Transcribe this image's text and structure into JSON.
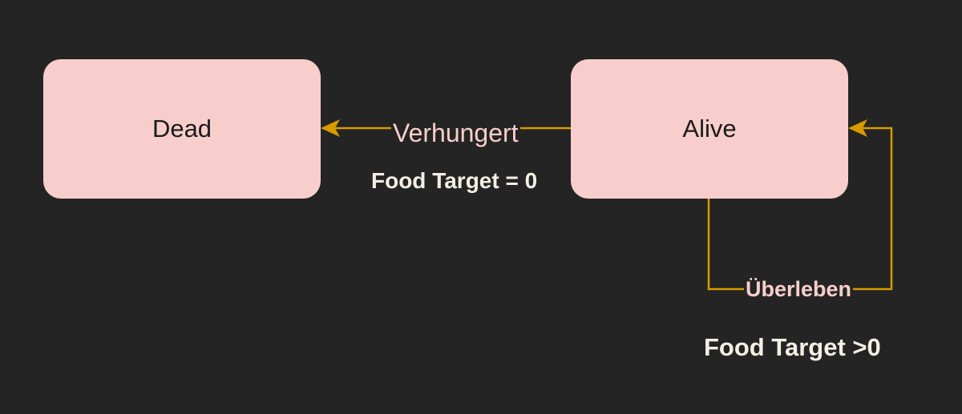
{
  "colors": {
    "background": "#242424",
    "node_fill": "#f8cecc",
    "node_text": "#1b1b1b",
    "edge": "#d79b00",
    "edge_label": "#f8cecc",
    "condition_text": "#f3efe4"
  },
  "nodes": {
    "dead": {
      "label": "Dead"
    },
    "alive": {
      "label": "Alive"
    }
  },
  "edges": {
    "alive_to_dead": {
      "label": "Verhungert",
      "condition": "Food Target = 0"
    },
    "alive_to_alive": {
      "label": "Überleben",
      "condition": "Food Target >0"
    }
  }
}
